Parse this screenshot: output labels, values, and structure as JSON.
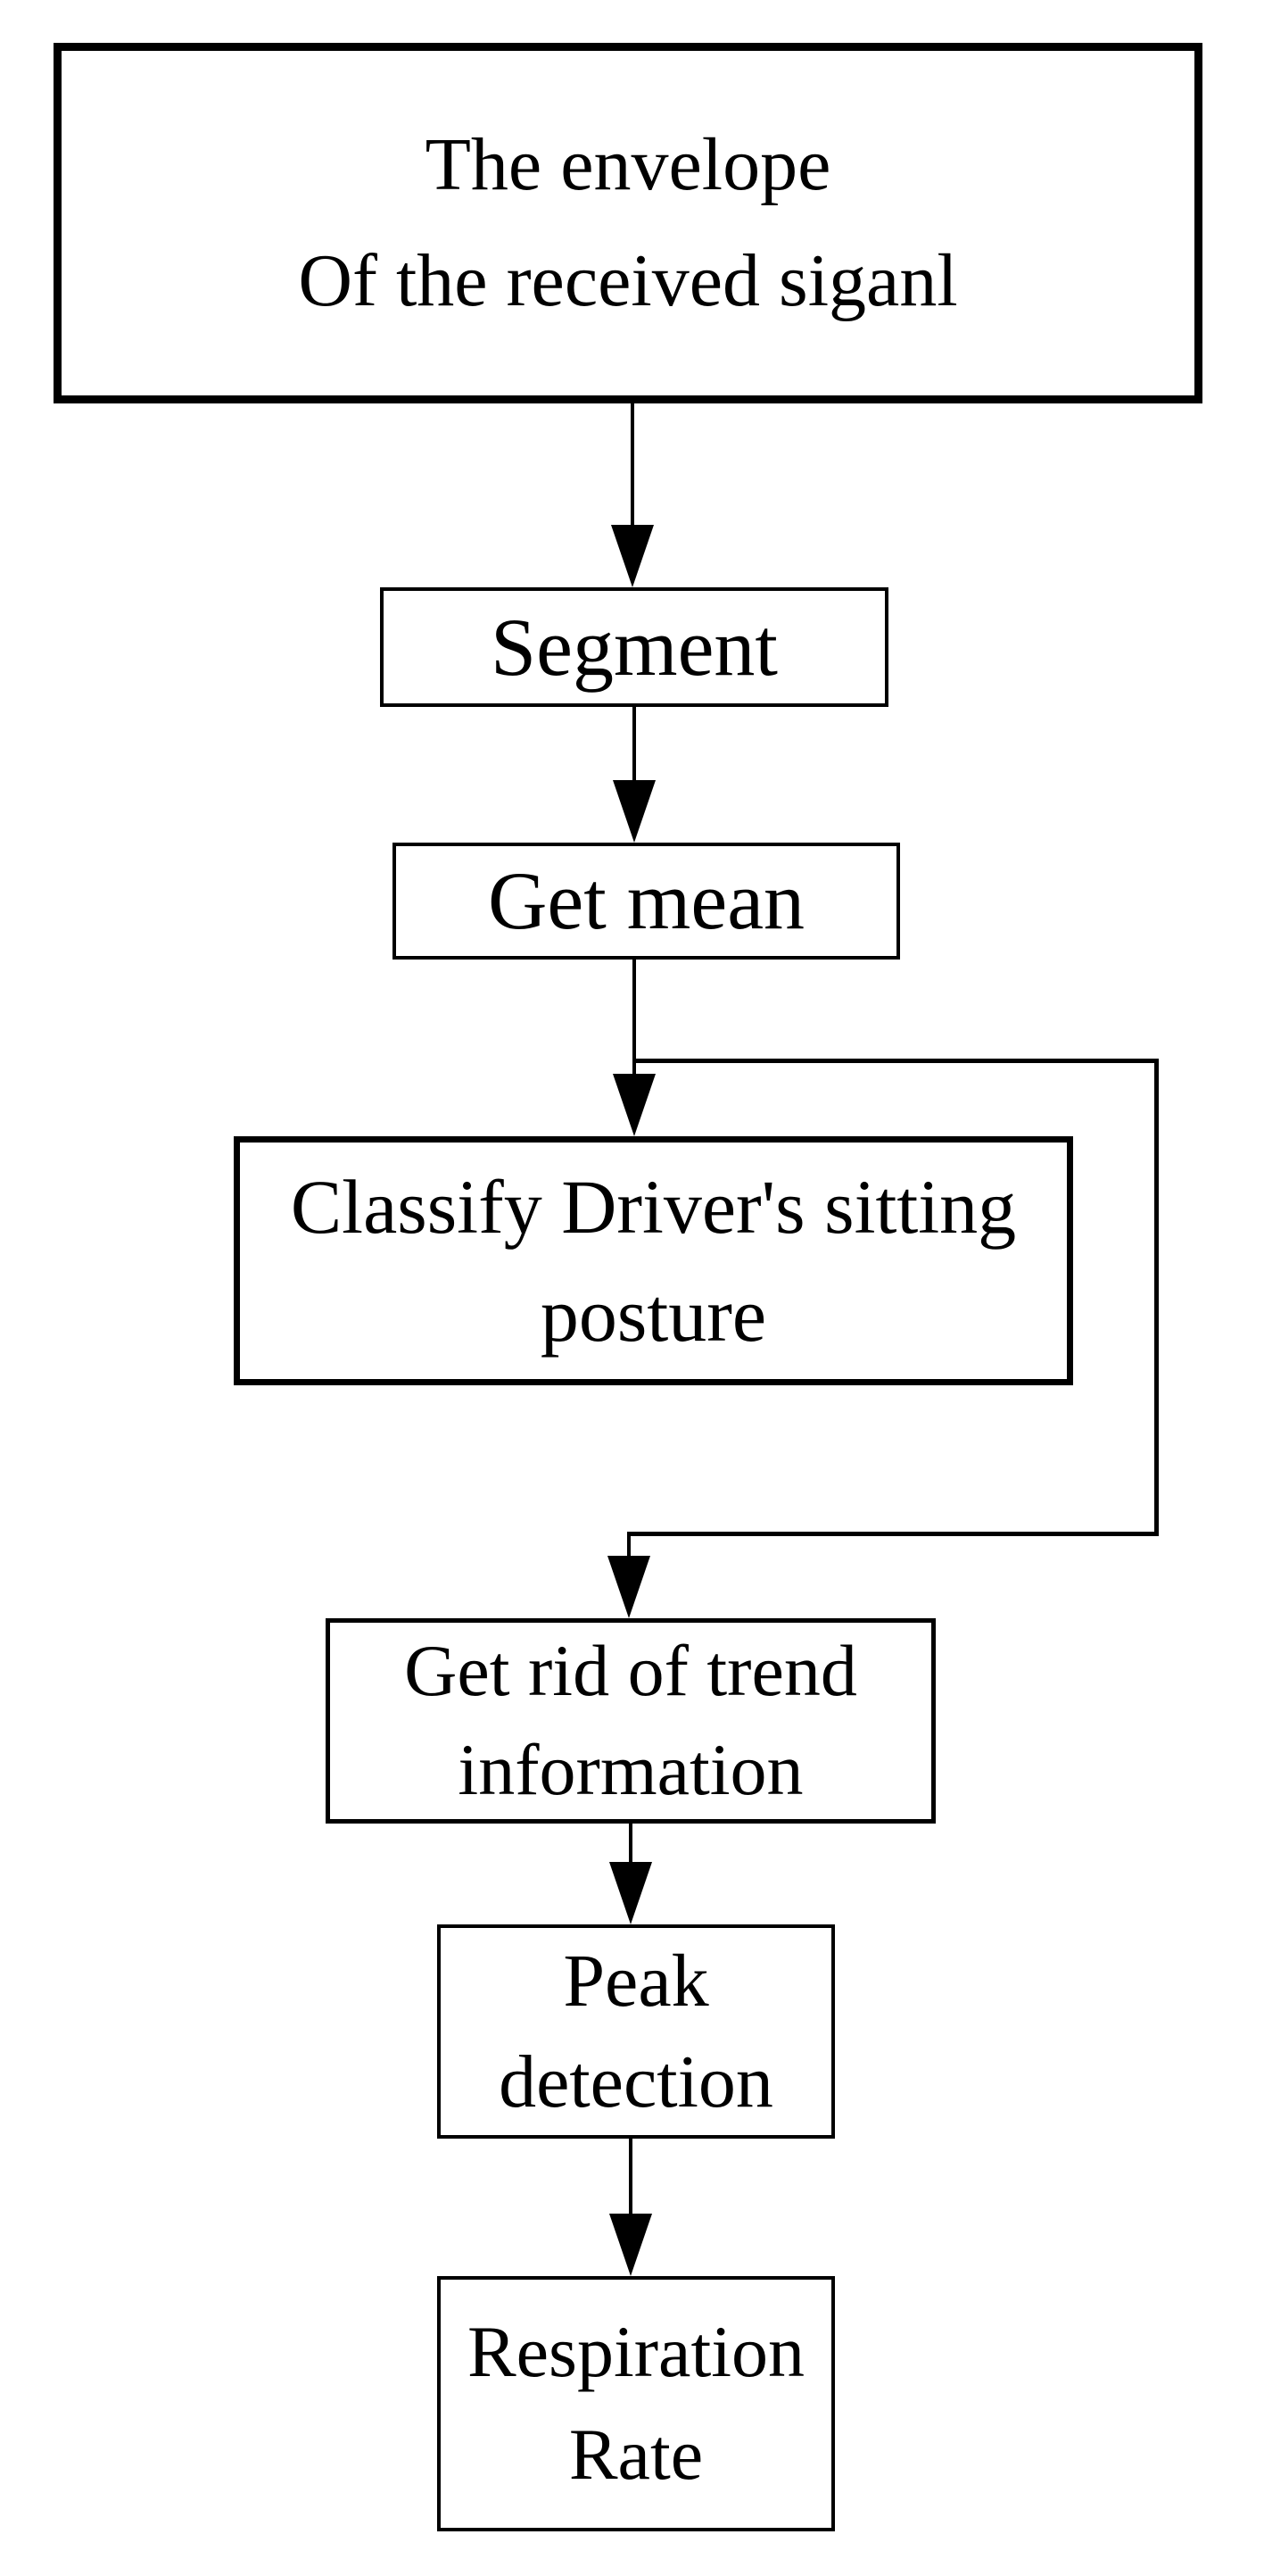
{
  "figure": {
    "type": "flowchart",
    "background_color": "#ffffff",
    "line_color": "#000000",
    "nodes": [
      {
        "id": "envelope",
        "lines": [
          "The envelope",
          "Of the received siganl"
        ]
      },
      {
        "id": "segment",
        "lines": [
          "Segment"
        ]
      },
      {
        "id": "get_mean",
        "lines": [
          "Get mean"
        ]
      },
      {
        "id": "classify_posture",
        "lines": [
          "Classify Driver's sitting",
          "posture"
        ]
      },
      {
        "id": "detrend",
        "lines": [
          "Get rid of trend",
          "information"
        ]
      },
      {
        "id": "peak_detection",
        "lines": [
          "Peak",
          "detection"
        ]
      },
      {
        "id": "respiration_rate",
        "lines": [
          "Respiration",
          "Rate"
        ]
      }
    ],
    "edges": [
      {
        "from": "envelope",
        "to": "segment"
      },
      {
        "from": "segment",
        "to": "get_mean"
      },
      {
        "from": "get_mean",
        "to": "classify_posture"
      },
      {
        "from": "get_mean",
        "to": "detrend",
        "route": "right-side-bypass"
      },
      {
        "from": "detrend",
        "to": "peak_detection"
      },
      {
        "from": "peak_detection",
        "to": "respiration_rate"
      }
    ]
  }
}
